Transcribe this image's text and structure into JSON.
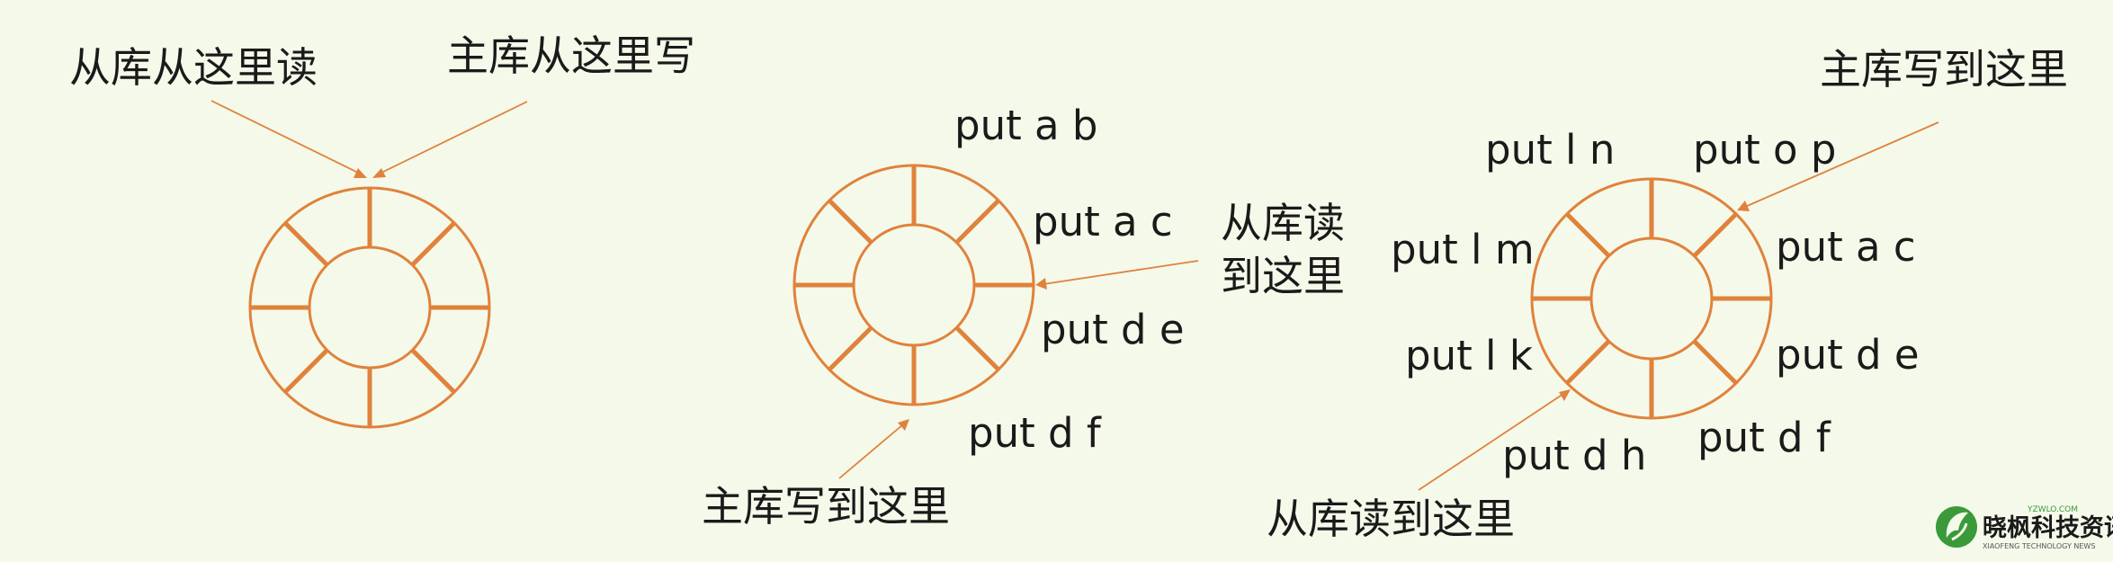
{
  "colors": {
    "background": "#f4f9ea",
    "ring": "#e0823b",
    "text": "#1a1a1a",
    "logo_green": "#3a9a3a"
  },
  "left": {
    "slave_label": "从库从这里读",
    "master_label": "主库从这里写"
  },
  "middle": {
    "entries": [
      "put a b",
      "put a c",
      "put d e",
      "put d f"
    ],
    "slave_label_line1": "从库读",
    "slave_label_line2": "到这里",
    "master_label": "主库写到这里"
  },
  "right": {
    "entries": [
      "put o p",
      "put a c",
      "put d e",
      "put d f",
      "put d h",
      "put l k",
      "put l m",
      "put l n"
    ],
    "master_label": "主库写到这里",
    "slave_label": "从库读到这里"
  },
  "logo": {
    "icon": "leaf-logo-icon",
    "domain": "YZWLO.COM",
    "name": "晓枫科技资讯",
    "subtitle": "XIAOFENG TECHNOLOGY NEWS"
  }
}
